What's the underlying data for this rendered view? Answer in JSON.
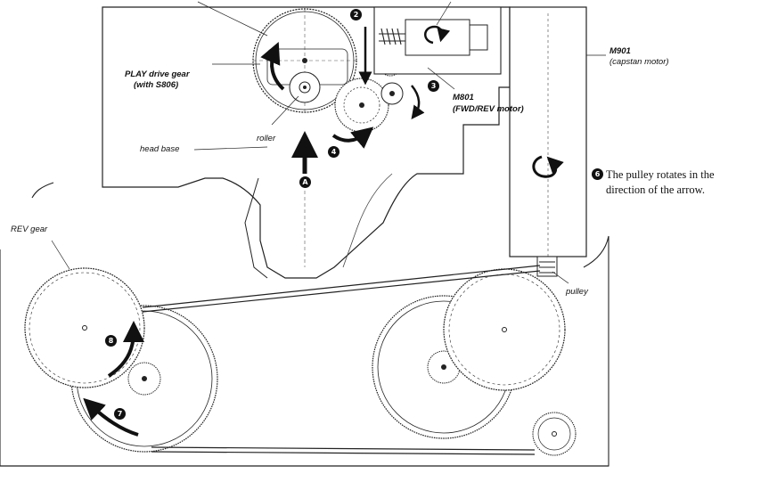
{
  "labels": {
    "play_gear_line1": "PLAY drive gear",
    "play_gear_line2": "(with S806)",
    "roller": "roller",
    "head_base": "head base",
    "m801_line1": "M801",
    "m801_line2": "(FWD/REV motor)",
    "m901_line1": "M901",
    "m901_line2": "(capstan motor)",
    "rev_gear": "REV gear",
    "pulley": "pulley"
  },
  "note": {
    "line1": "The pulley rotates in the",
    "line2": "direction of the arrow."
  },
  "markers": {
    "step2": "2",
    "step3": "3",
    "step4": "4",
    "step6": "6",
    "step7": "7",
    "step8": "8",
    "point_a": "A"
  },
  "colors": {
    "ink": "#1a1a1a",
    "paper": "#ffffff"
  }
}
